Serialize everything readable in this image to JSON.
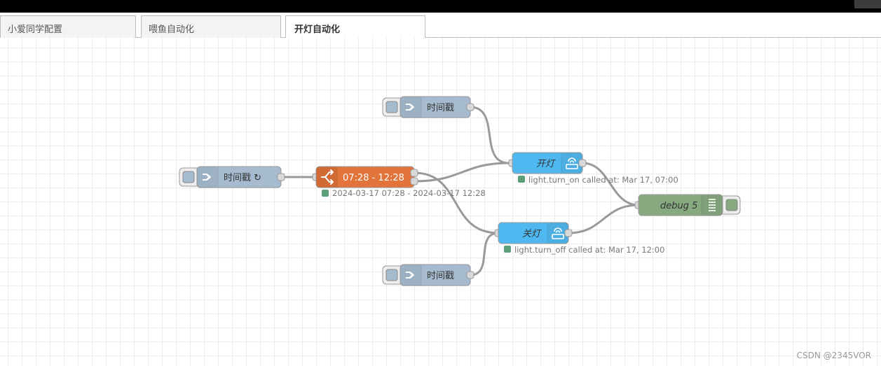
{
  "tabs": [
    {
      "label": "小爱同学配置"
    },
    {
      "label": "喂鱼自动化"
    },
    {
      "label": "开灯自动化"
    }
  ],
  "nodes": {
    "inject_top": {
      "label": "时间戳"
    },
    "inject_main": {
      "label": "时间戳 ↻"
    },
    "inject_bottom": {
      "label": "时间戳"
    },
    "time_range": {
      "label": "07:28 - 12:28",
      "status": "2024-03-17 07:28 - 2024-03-17 12:28"
    },
    "light_on": {
      "label": "开灯",
      "status": "light.turn_on called at: Mar 17, 07:00"
    },
    "light_off": {
      "label": "关灯",
      "status": "light.turn_off called at: Mar 17, 12:00"
    },
    "debug": {
      "label": "debug 5"
    }
  },
  "colors": {
    "inject": "#a6bbcf",
    "switch": "#e2733a",
    "service": "#4fb8f0",
    "debug": "#87a980",
    "status_ok": "#5a9e7a",
    "wire": "#999999"
  },
  "watermark": "CSDN @2345VOR"
}
